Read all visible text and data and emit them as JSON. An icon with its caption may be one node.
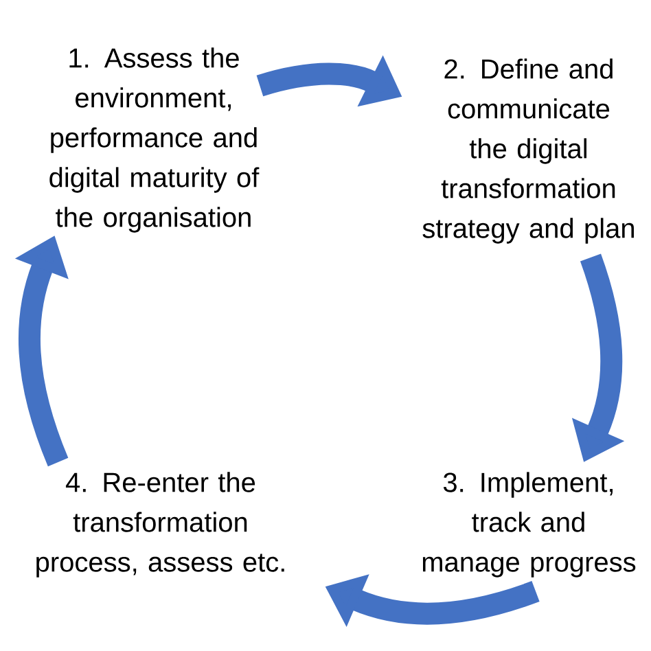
{
  "diagram": {
    "nodes": [
      {
        "text": [
          "1. Assess the environment, performance and digital maturity of the organisation"
        ]
      },
      {
        "text": [
          "2. Define and communicate the digital transformation strategy and plan"
        ]
      },
      {
        "text": [
          "3. Implement, track and manage progress"
        ]
      },
      {
        "text": [
          "4. Re-enter the transformation process, assess etc."
        ]
      }
    ],
    "edges": [
      {
        "from": 0,
        "to": 1,
        "arrow": "to"
      },
      {
        "from": 1,
        "to": 2,
        "arrow": "to"
      },
      {
        "from": 2,
        "to": 3,
        "arrow": "to"
      },
      {
        "from": 3,
        "to": 0,
        "arrow": "to"
      }
    ]
  }
}
